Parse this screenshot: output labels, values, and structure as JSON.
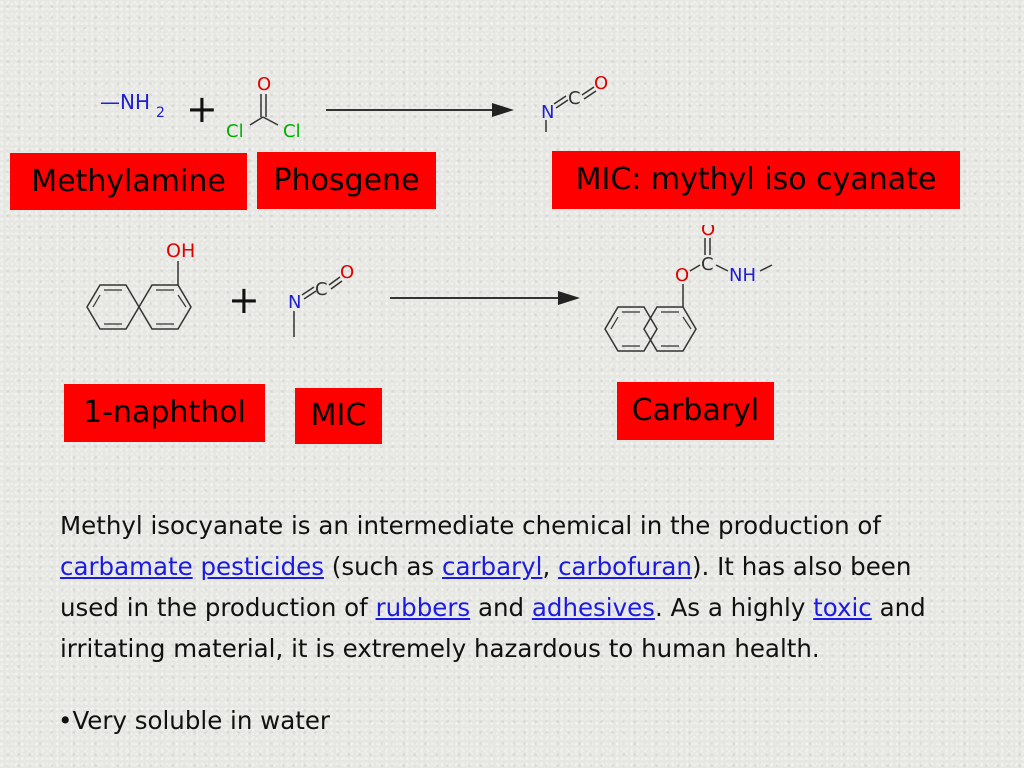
{
  "reaction1": {
    "methylamine_formula": "—NH",
    "methylamine_sub": "2",
    "phosgene_o": "O",
    "phosgene_cl": "Cl",
    "mic_atoms": {
      "n": "N",
      "c": "C",
      "o": "O"
    },
    "plus": "+"
  },
  "reaction2": {
    "naphthol_oh": "OH",
    "mic_atoms": {
      "n": "N",
      "c": "C",
      "o": "O"
    },
    "carbaryl_atoms": {
      "o_top": "O",
      "o_link": "O",
      "c": "C",
      "nh": "NH"
    },
    "plus": "+"
  },
  "labels": {
    "methylamine": "Methylamine",
    "phosgene": "Phosgene",
    "mic_full": "MIC: mythyl iso cyanate",
    "naphthol": "1-naphthol",
    "mic": "MIC",
    "carbaryl": "Carbaryl"
  },
  "paragraph": {
    "t1": "Methyl isocyanate is an intermediate chemical in the production of ",
    "link_carbamate": "carbamate",
    "t2": " ",
    "link_pesticides": "pesticides",
    "t3": " (such as ",
    "link_carbaryl": "carbaryl",
    "t4": ", ",
    "link_carbofuran": "carbofuran",
    "t5": "). It has also been used in the production of ",
    "link_rubbers": "rubbers",
    "t6": " and ",
    "link_adhesives": "adhesives",
    "t7": ". As a highly ",
    "link_toxic": "toxic",
    "t8": " and irritating material, it is extremely hazardous to human health."
  },
  "bullet": "•Very soluble in water",
  "colors": {
    "label_bg": "#ff0000",
    "nitrogen": "#2020d0",
    "oxygen": "#e00000",
    "chlorine": "#00b000",
    "link": "#1a1ae6"
  }
}
